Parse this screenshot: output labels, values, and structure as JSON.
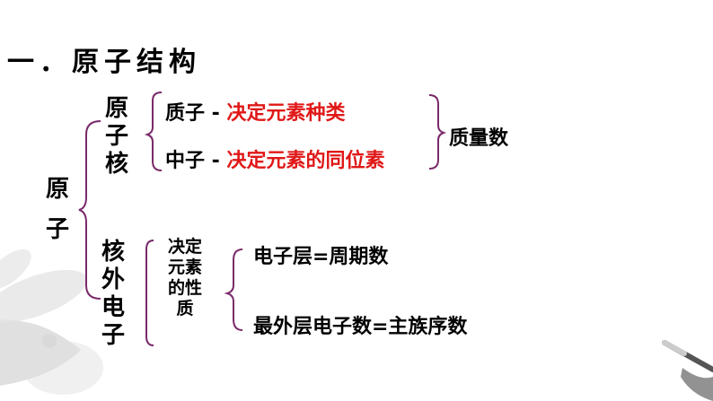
{
  "title": "一．原子结构",
  "atom": {
    "chars": [
      "原",
      "子"
    ]
  },
  "nucleus": {
    "chars": [
      "原",
      "子",
      "核"
    ],
    "proton": {
      "prefix": "质子 - ",
      "role": "决定元素种类"
    },
    "neutron": {
      "prefix": "中子 - ",
      "role": "决定元素的同位素"
    },
    "result": "质量数"
  },
  "electrons": {
    "chars": [
      "核",
      "外",
      "电",
      "子"
    ],
    "determines": [
      "决定",
      "元素",
      "的性",
      "质"
    ],
    "items": [
      "电子层=周期数",
      "最外层电子数=主族序数"
    ]
  },
  "colors": {
    "bracket": "#7a2a6a",
    "highlight": "#e01818"
  }
}
